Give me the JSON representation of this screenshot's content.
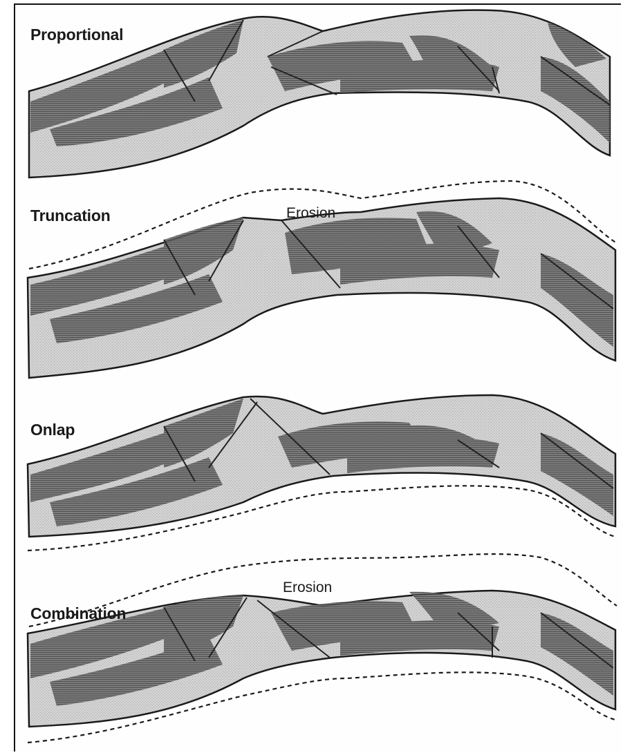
{
  "panels": [
    {
      "id": "proportional",
      "title": "Proportional",
      "annotation": "",
      "top_boundary": "solid",
      "base_boundary": "solid"
    },
    {
      "id": "truncation",
      "title": "Truncation",
      "annotation": "Erosion",
      "top_boundary": "dashed-above",
      "base_boundary": "solid"
    },
    {
      "id": "onlap",
      "title": "Onlap",
      "annotation": "",
      "top_boundary": "solid",
      "base_boundary": "dashed-below"
    },
    {
      "id": "combination",
      "title": "Combination",
      "annotation": "Erosion",
      "top_boundary": "dashed-above",
      "base_boundary": "dashed-below"
    }
  ],
  "colors": {
    "background": "#fefefe",
    "strata_fill": "#d4d4d4",
    "strata_dark": "#4a4a4a",
    "line": "#1a1a1a"
  }
}
